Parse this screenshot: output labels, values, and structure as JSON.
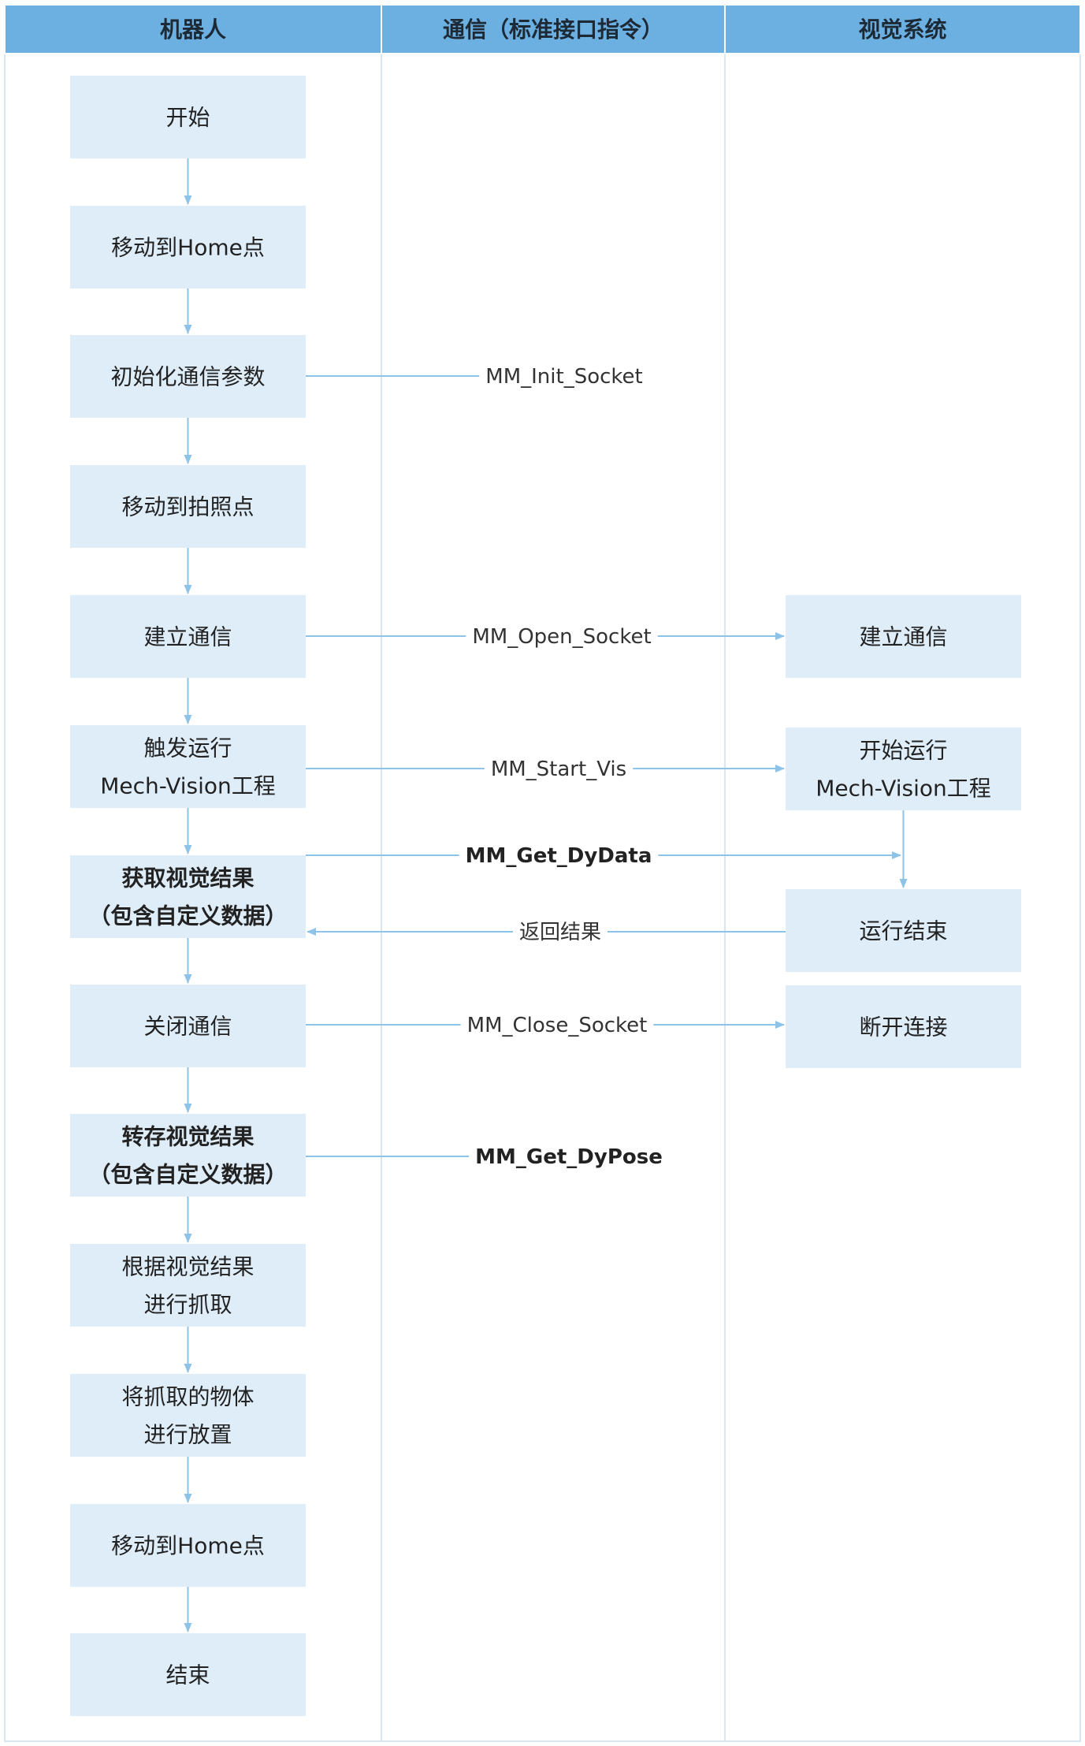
{
  "lanes": [
    {
      "id": "robot",
      "label": "机器人"
    },
    {
      "id": "comm",
      "label": "通信（标准接口指令）"
    },
    {
      "id": "vision",
      "label": "视觉系统"
    }
  ],
  "colors": {
    "header_bg": "#6cb0e2",
    "node_bg": "#dfedf9",
    "line": "#8ec3e8",
    "lane_border": "#d8e6f2",
    "text": "#222222"
  },
  "robot_nodes": [
    {
      "id": "start",
      "lines": [
        "开始"
      ]
    },
    {
      "id": "home1",
      "lines": [
        "移动到Home点"
      ]
    },
    {
      "id": "init",
      "lines": [
        "初始化通信参数"
      ]
    },
    {
      "id": "photo",
      "lines": [
        "移动到拍照点"
      ]
    },
    {
      "id": "connect",
      "lines": [
        "建立通信"
      ]
    },
    {
      "id": "trigger",
      "lines": [
        "触发运行",
        "Mech-Vision工程"
      ]
    },
    {
      "id": "getresult",
      "lines": [
        "获取视觉结果",
        "（包含自定义数据）"
      ],
      "bold": true
    },
    {
      "id": "close",
      "lines": [
        "关闭通信"
      ]
    },
    {
      "id": "save",
      "lines": [
        "转存视觉结果",
        "（包含自定义数据）"
      ],
      "bold": true
    },
    {
      "id": "grab",
      "lines": [
        "根据视觉结果",
        "进行抓取"
      ]
    },
    {
      "id": "place",
      "lines": [
        "将抓取的物体",
        "进行放置"
      ]
    },
    {
      "id": "home2",
      "lines": [
        "移动到Home点"
      ]
    },
    {
      "id": "end",
      "lines": [
        "结束"
      ]
    }
  ],
  "vision_nodes": [
    {
      "id": "v_connect",
      "lines": [
        "建立通信"
      ]
    },
    {
      "id": "v_start",
      "lines": [
        "开始运行",
        "Mech-Vision工程"
      ]
    },
    {
      "id": "v_done",
      "lines": [
        "运行结束"
      ]
    },
    {
      "id": "v_disconnect",
      "lines": [
        "断开连接"
      ]
    }
  ],
  "commands": [
    {
      "id": "cmd_init",
      "label": "MM_Init_Socket",
      "from": "init",
      "to": null,
      "bold": false
    },
    {
      "id": "cmd_open",
      "label": "MM_Open_Socket",
      "from": "connect",
      "to": "v_connect",
      "bold": false
    },
    {
      "id": "cmd_start",
      "label": "MM_Start_Vis",
      "from": "trigger",
      "to": "v_start",
      "bold": false
    },
    {
      "id": "cmd_getdata",
      "label": "MM_Get_DyData",
      "from": "getresult",
      "to": "v_done",
      "bold": true
    },
    {
      "id": "cmd_return",
      "label": "返回结果",
      "from": "v_done",
      "to": "getresult",
      "bold": false
    },
    {
      "id": "cmd_close",
      "label": "MM_Close_Socket",
      "from": "close",
      "to": "v_disconnect",
      "bold": false
    },
    {
      "id": "cmd_getpose",
      "label": "MM_Get_DyPose",
      "from": "save",
      "to": null,
      "bold": true
    }
  ]
}
